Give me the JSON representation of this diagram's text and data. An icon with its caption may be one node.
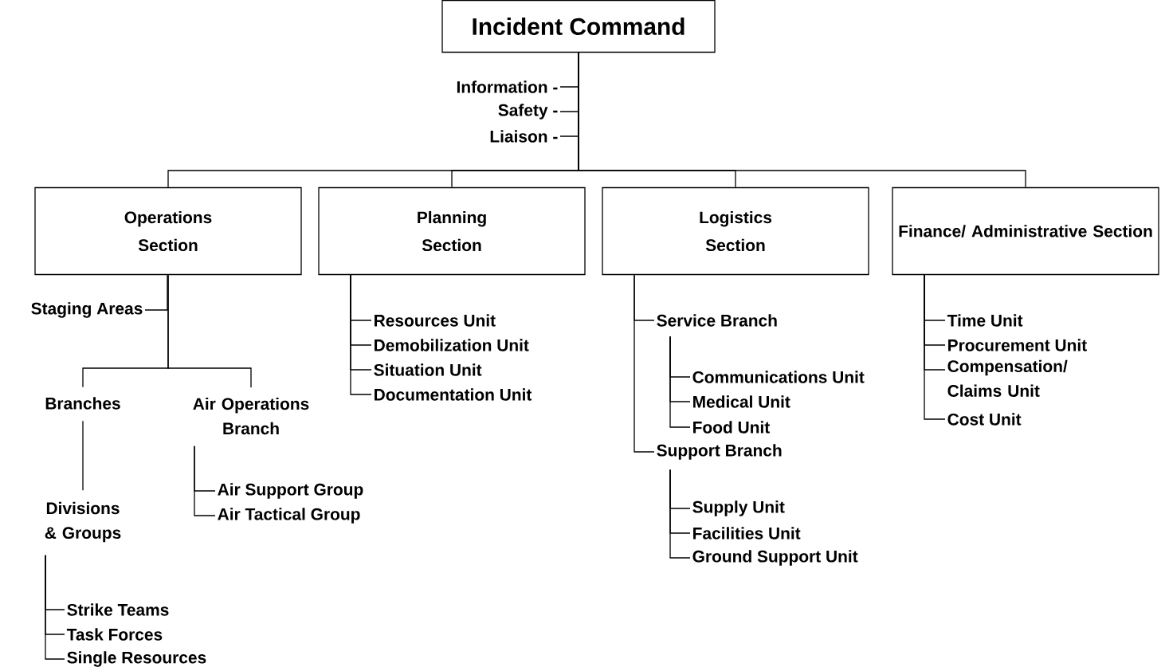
{
  "diagram": {
    "nodes": [
      {
        "text": [
          "Incident Command"
        ]
      },
      {
        "text": [
          "Information -"
        ]
      },
      {
        "text": [
          "Safety -"
        ]
      },
      {
        "text": [
          "Liaison -"
        ]
      },
      {
        "text": [
          "Operations Section"
        ]
      },
      {
        "text": [
          "Planning Section"
        ]
      },
      {
        "text": [
          "Logistics Section"
        ]
      },
      {
        "text": [
          "Finance/ Administrative Section"
        ]
      },
      {
        "text": [
          "Staging Areas"
        ]
      },
      {
        "text": [
          "Branches"
        ]
      },
      {
        "text": [
          "Air Operations Branch"
        ]
      },
      {
        "text": [
          "Divisions & Groups"
        ]
      },
      {
        "text": [
          "Strike Teams"
        ]
      },
      {
        "text": [
          "Task Forces"
        ]
      },
      {
        "text": [
          "Single Resources"
        ]
      },
      {
        "text": [
          "Air Support Group"
        ]
      },
      {
        "text": [
          "Air Tactical Group"
        ]
      },
      {
        "text": [
          "Resources Unit"
        ]
      },
      {
        "text": [
          "Demobilization Unit"
        ]
      },
      {
        "text": [
          "Situation Unit"
        ]
      },
      {
        "text": [
          "Documentation Unit"
        ]
      },
      {
        "text": [
          "Service Branch"
        ]
      },
      {
        "text": [
          "Communications Unit"
        ]
      },
      {
        "text": [
          "Medical Unit"
        ]
      },
      {
        "text": [
          "Food Unit"
        ]
      },
      {
        "text": [
          "Support Branch"
        ]
      },
      {
        "text": [
          "Supply Unit"
        ]
      },
      {
        "text": [
          "Facilities Unit"
        ]
      },
      {
        "text": [
          "Ground Support Unit"
        ]
      },
      {
        "text": [
          "Time Unit"
        ]
      },
      {
        "text": [
          "Procurement Unit"
        ]
      },
      {
        "text": [
          "Compensation/ Claims Unit"
        ]
      },
      {
        "text": [
          "Cost Unit"
        ]
      }
    ],
    "edges": [
      {
        "from": 0,
        "to": 1,
        "arrow": "none"
      },
      {
        "from": 0,
        "to": 2,
        "arrow": "none"
      },
      {
        "from": 0,
        "to": 3,
        "arrow": "none"
      },
      {
        "from": 0,
        "to": 4,
        "arrow": "none"
      },
      {
        "from": 0,
        "to": 5,
        "arrow": "none"
      },
      {
        "from": 0,
        "to": 6,
        "arrow": "none"
      },
      {
        "from": 0,
        "to": 7,
        "arrow": "none"
      },
      {
        "from": 4,
        "to": 8,
        "arrow": "none"
      },
      {
        "from": 4,
        "to": 9,
        "arrow": "none"
      },
      {
        "from": 4,
        "to": 10,
        "arrow": "none"
      },
      {
        "from": 9,
        "to": 11,
        "arrow": "none"
      },
      {
        "from": 11,
        "to": 12,
        "arrow": "none"
      },
      {
        "from": 11,
        "to": 13,
        "arrow": "none"
      },
      {
        "from": 11,
        "to": 14,
        "arrow": "none"
      },
      {
        "from": 10,
        "to": 15,
        "arrow": "none"
      },
      {
        "from": 10,
        "to": 16,
        "arrow": "none"
      },
      {
        "from": 5,
        "to": 17,
        "arrow": "none"
      },
      {
        "from": 5,
        "to": 18,
        "arrow": "none"
      },
      {
        "from": 5,
        "to": 19,
        "arrow": "none"
      },
      {
        "from": 5,
        "to": 20,
        "arrow": "none"
      },
      {
        "from": 6,
        "to": 21,
        "arrow": "none"
      },
      {
        "from": 21,
        "to": 22,
        "arrow": "none"
      },
      {
        "from": 21,
        "to": 23,
        "arrow": "none"
      },
      {
        "from": 21,
        "to": 24,
        "arrow": "none"
      },
      {
        "from": 6,
        "to": 25,
        "arrow": "none"
      },
      {
        "from": 25,
        "to": 26,
        "arrow": "none"
      },
      {
        "from": 25,
        "to": 27,
        "arrow": "none"
      },
      {
        "from": 25,
        "to": 28,
        "arrow": "none"
      },
      {
        "from": 7,
        "to": 29,
        "arrow": "none"
      },
      {
        "from": 7,
        "to": 30,
        "arrow": "none"
      },
      {
        "from": 7,
        "to": 31,
        "arrow": "none"
      },
      {
        "from": 7,
        "to": 32,
        "arrow": "none"
      }
    ]
  }
}
